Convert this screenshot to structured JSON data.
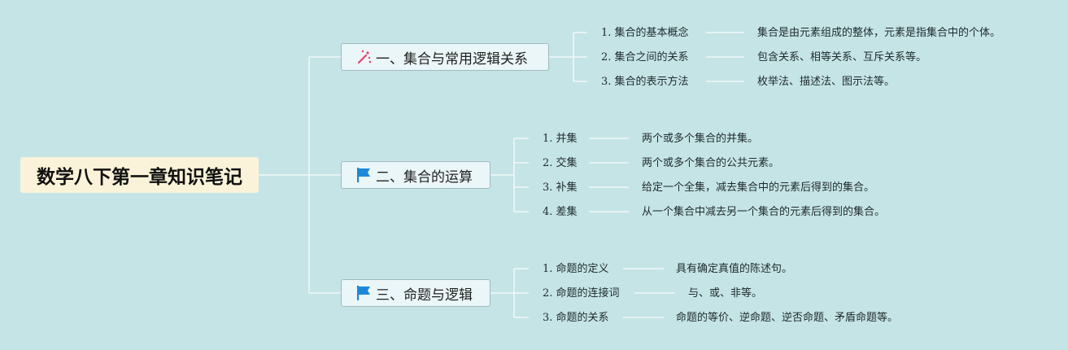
{
  "root": {
    "title": "数学八下第一章知识笔记"
  },
  "branches": [
    {
      "label": "一、集合与常用逻辑关系",
      "icon": "magic-wand-icon",
      "items": [
        {
          "title": "1. 集合的基本概念",
          "desc": "集合是由元素组成的整体，元素是指集合中的个体。"
        },
        {
          "title": "2. 集合之间的关系",
          "desc": "包含关系、相等关系、互斥关系等。"
        },
        {
          "title": "3. 集合的表示方法",
          "desc": "枚举法、描述法、图示法等。"
        }
      ]
    },
    {
      "label": "二、集合的运算",
      "icon": "flag-icon",
      "items": [
        {
          "title": "1. 并集",
          "desc": "两个或多个集合的并集。"
        },
        {
          "title": "2. 交集",
          "desc": "两个或多个集合的公共元素。"
        },
        {
          "title": "3. 补集",
          "desc": "给定一个全集，减去集合中的元素后得到的集合。"
        },
        {
          "title": "4. 差集",
          "desc": "从一个集合中减去另一个集合的元素后得到的集合。"
        }
      ]
    },
    {
      "label": "三、命题与逻辑",
      "icon": "flag-icon",
      "items": [
        {
          "title": "1. 命题的定义",
          "desc": "具有确定真值的陈述句。"
        },
        {
          "title": "2. 命题的连接词",
          "desc": "与、或、非等。"
        },
        {
          "title": "3. 命题的关系",
          "desc": "命题的等价、逆命题、逆否命题、矛盾命题等。"
        }
      ]
    }
  ],
  "colors": {
    "background": "#c5e4e6",
    "root_fill": "#fbf3d9",
    "branch_fill": "#eaf6f7",
    "line": "#f2f8f8",
    "flag": "#1e88d8",
    "wand": "#e0426e"
  }
}
